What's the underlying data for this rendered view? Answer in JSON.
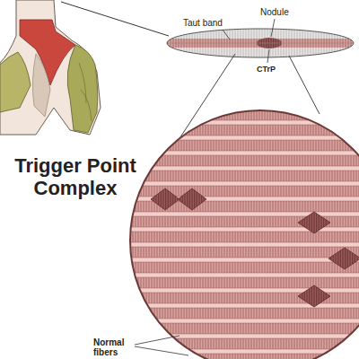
{
  "diagram": {
    "title": "Trigger Point Complex",
    "labels": [
      "Taut band",
      "Nodule",
      "CTrP",
      "Normal fibers"
    ]
  }
}
